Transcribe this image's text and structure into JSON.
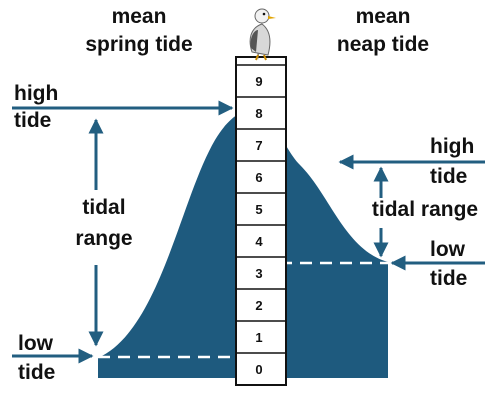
{
  "colors": {
    "water": "#1e5a7e",
    "arrow": "#225e80",
    "text": "#111111",
    "dash": "#ffffff",
    "gauge": "#ffffff"
  },
  "labels": {
    "spring_line1": "mean",
    "spring_line2": "spring tide",
    "neap_line1": "mean",
    "neap_line2": "neap tide",
    "high_left_1": "high",
    "high_left_2": "tide",
    "low_left_1": "low",
    "low_left_2": "tide",
    "range_left_1": "tidal",
    "range_left_2": "range",
    "high_right_1": "high",
    "high_right_2": "tide",
    "range_right": "tidal range",
    "low_right_1": "low",
    "low_right_2": "tide"
  },
  "gauge_marks": [
    "0",
    "1",
    "2",
    "3",
    "4",
    "5",
    "6",
    "7",
    "8",
    "9"
  ],
  "icons": {
    "bird": "seagull-icon"
  }
}
